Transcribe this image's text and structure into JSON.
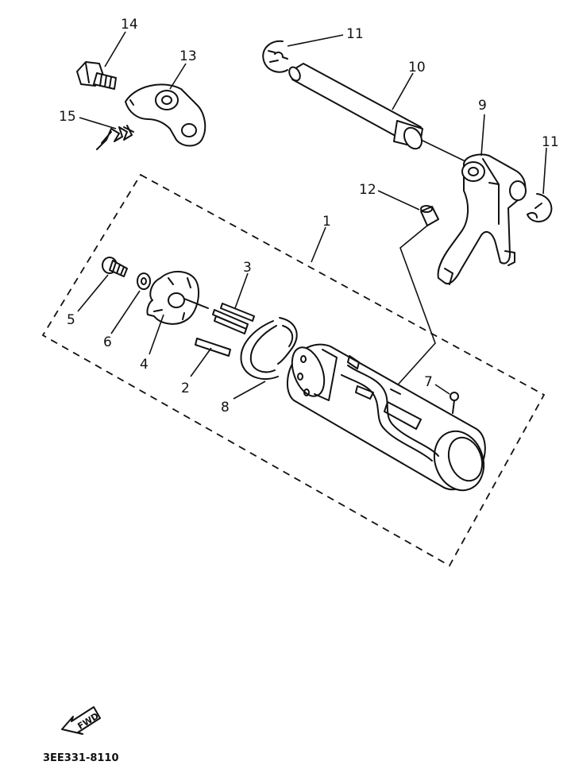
{
  "callouts": {
    "c1": "1",
    "c2": "2",
    "c3": "3",
    "c4": "4",
    "c5": "5",
    "c6": "6",
    "c7": "7",
    "c8": "8",
    "c9": "9",
    "c10": "10",
    "c11a": "11",
    "c11b": "11",
    "c12": "12",
    "c13": "13",
    "c14": "14",
    "c15": "15"
  },
  "fwd_label": "FWD",
  "diagram_code": "3EE331-8110"
}
